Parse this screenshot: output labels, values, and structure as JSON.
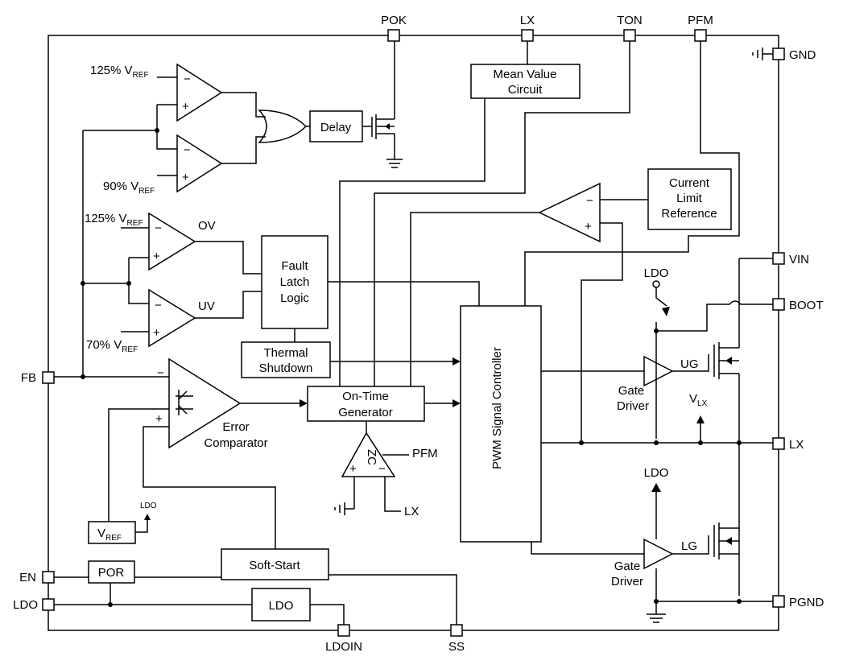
{
  "pins": {
    "pok": "POK",
    "lx_top": "LX",
    "ton": "TON",
    "pfm_top": "PFM",
    "gnd": "GND",
    "vin": "VIN",
    "boot": "BOOT",
    "lx_right": "LX",
    "pgnd": "PGND",
    "fb": "FB",
    "en": "EN",
    "ldo_left": "LDO",
    "ldoin": "LDOIN",
    "ss": "SS"
  },
  "blocks": {
    "mean_value_l1": "Mean Value",
    "mean_value_l2": "Circuit",
    "delay": "Delay",
    "current_limit_l1": "Current",
    "current_limit_l2": "Limit",
    "current_limit_l3": "Reference",
    "fault_l1": "Fault",
    "fault_l2": "Latch",
    "fault_l3": "Logic",
    "thermal_l1": "Thermal",
    "thermal_l2": "Shutdown",
    "ontime_l1": "On-Time",
    "ontime_l2": "Generator",
    "pwm": "PWM Signal Controller",
    "softstart": "Soft-Start",
    "por": "POR",
    "ldo_block": "LDO"
  },
  "labels": {
    "vref125_a": "125% V",
    "vref125_a_sub": "REF",
    "vref90": "90% V",
    "vref90_sub": "REF",
    "vref125_b": "125% V",
    "vref125_b_sub": "REF",
    "vref70": "70% V",
    "vref70_sub": "REF",
    "ov": "OV",
    "uv": "UV",
    "error_l1": "Error",
    "error_l2": "Comparator",
    "zc": "ZC",
    "pfm_zc": "PFM",
    "lx_zc": "LX",
    "vref_box": "V",
    "vref_box_sub": "REF",
    "ldo_small": "LDO",
    "ldo_boot": "LDO",
    "ug": "UG",
    "gate_driver_u_l1": "Gate",
    "gate_driver_u_l2": "Driver",
    "vlx": "V",
    "vlx_sub": "LX",
    "ldo_low": "LDO",
    "lg": "LG",
    "gate_driver_l_l1": "Gate",
    "gate_driver_l_l2": "Driver",
    "minus": "−",
    "plus": "+"
  }
}
